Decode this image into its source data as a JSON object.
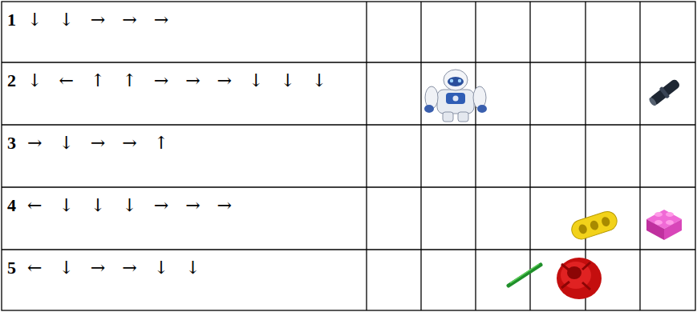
{
  "diagram": {
    "labels": [
      "1",
      "↓ ↓ → → →",
      "2",
      "↓ ← ↑ ↑ → → → ↓ ↓ ↓",
      "3",
      "→ ↓ → → ↑",
      "4",
      "← ↓ ↓ ↓ → → →",
      "5",
      "← ↓ → → ↓ ↓"
    ]
  }
}
